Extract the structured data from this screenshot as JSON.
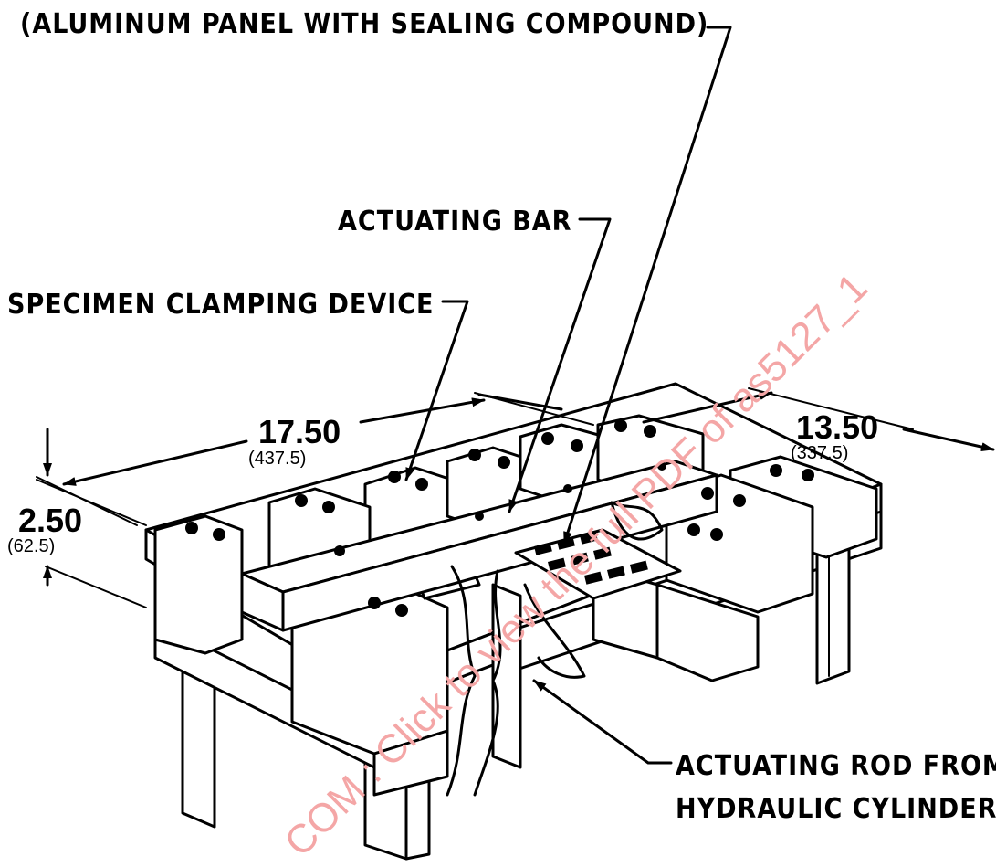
{
  "labels": {
    "panel": "(ALUMINUM PANEL WITH SEALING COMPOUND)",
    "actuating_bar": "ACTUATING BAR",
    "clamping_device": "SPECIMEN CLAMPING DEVICE",
    "rod_line1": "ACTUATING ROD FROM",
    "rod_line2": "HYDRAULIC CYLINDER"
  },
  "dimensions": {
    "length": {
      "value": "17.50",
      "metric": "(437.5)"
    },
    "width": {
      "value": "13.50",
      "metric": "(337.5)"
    },
    "height": {
      "value": "2.50",
      "metric": "(62.5)"
    }
  },
  "watermark": "COM : Click to view the full PDF of as5127_1",
  "colors": {
    "ink": "#000000",
    "watermark": "#f4a6a6",
    "background": "#ffffff"
  }
}
